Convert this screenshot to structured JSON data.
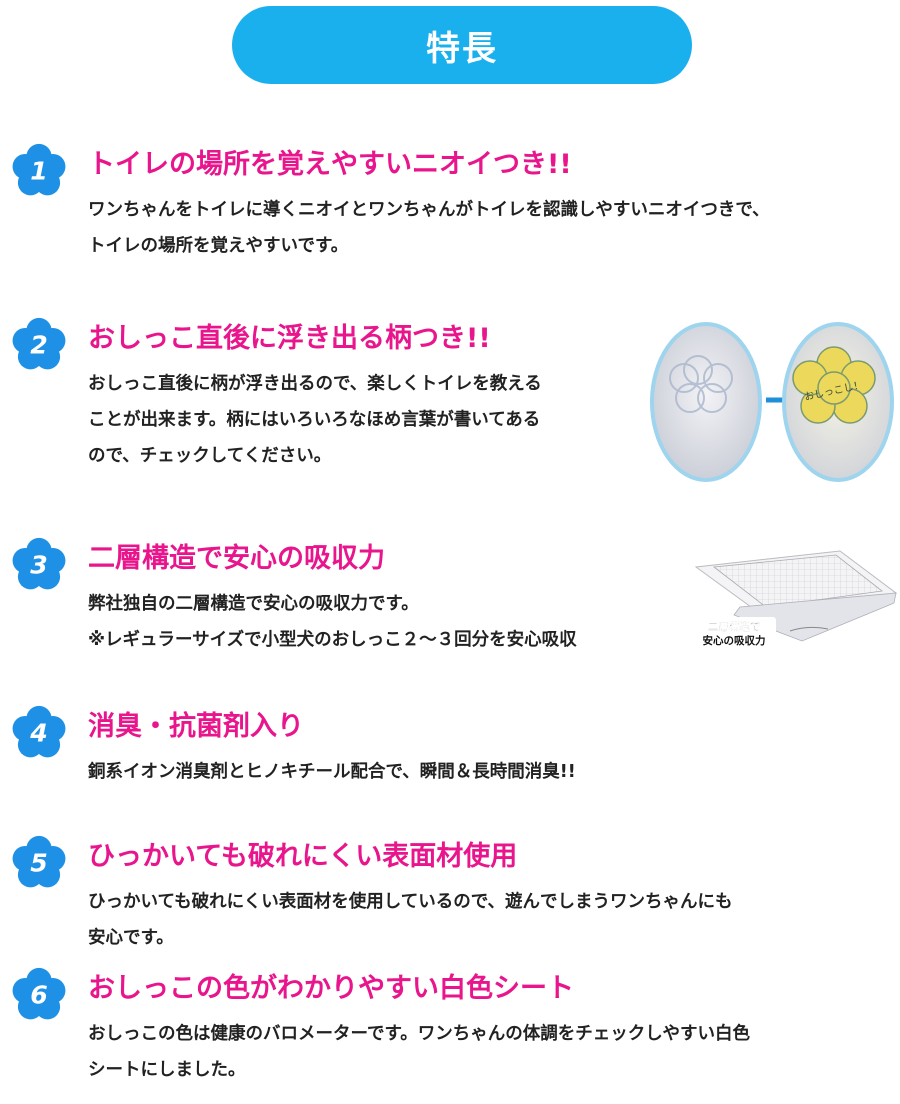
{
  "header": {
    "title": "特長"
  },
  "features": [
    {
      "number": "1",
      "title": "トイレの場所を覚えやすいニオイつき!!",
      "lines": [
        "ワンちゃんをトイレに導くニオイとワンちゃんがトイレを認識しやすいニオイつきで、",
        "トイレの場所を覚えやすいです。"
      ]
    },
    {
      "number": "2",
      "title": "おしっこ直後に浮き出る柄つき!!",
      "lines": [
        "おしっこ直後に柄が浮き出るので、楽しくトイレを教える",
        "ことが出来ます。柄にはいろいろなほめ言葉が書いてある",
        "ので、チェックしてください。"
      ],
      "image_label": "おしっこし！"
    },
    {
      "number": "3",
      "title": "二層構造で安心の吸収力",
      "lines": [
        "弊社独自の二層構造で安心の吸収力です。",
        "※レギュラーサイズで小型犬のおしっこ２～３回分を安心吸収"
      ],
      "image_label_1": "二層構造で",
      "image_label_2": "安心の吸収力"
    },
    {
      "number": "4",
      "title": "消臭・抗菌剤入り",
      "lines": [
        "銅系イオン消臭剤とヒノキチール配合で、瞬間＆長時間消臭!!"
      ]
    },
    {
      "number": "5",
      "title": "ひっかいても破れにくい表面材使用",
      "lines": [
        "ひっかいても破れにくい表面材を使用しているので、遊んでしまうワンちゃんにも",
        "安心です。"
      ]
    },
    {
      "number": "6",
      "title": "おしっこの色がわかりやすい白色シート",
      "lines": [
        "おしっこの色は健康のバロメーターです。ワンちゃんの体調をチェックしやすい白色",
        "シートにしました。"
      ]
    }
  ],
  "colors": {
    "header_bg": "#1ab0ee",
    "title_pink": "#e8158c",
    "flower_blue": "#1e90e6"
  }
}
